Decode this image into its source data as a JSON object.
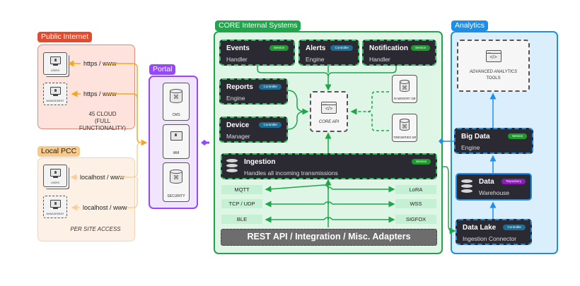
{
  "public_internet": {
    "title": "Public Internet",
    "clients": [
      {
        "label": "USERS",
        "connection": "https / www"
      },
      {
        "label": "MANAGEMENT",
        "connection": "https / www"
      }
    ],
    "note_line1": "45 CLOUD",
    "note_line2": "(FULL FUNCTIONALITY)"
  },
  "local_pcc": {
    "title": "Local PCC",
    "clients": [
      {
        "label": "USERS",
        "connection": "localhost / www"
      },
      {
        "label": "MANAGEMENT",
        "connection": "localhost / www"
      }
    ],
    "note": "PER SITE ACCESS"
  },
  "portal": {
    "title": "Portal",
    "items": [
      {
        "label": "CMS",
        "icon": "database-icon"
      },
      {
        "label": "IAM",
        "icon": "monitor-user-icon"
      },
      {
        "label": "SECURITY",
        "icon": "database-icon"
      }
    ]
  },
  "core": {
    "title": "CORE Internal Systems",
    "services": [
      {
        "title": "Events",
        "subtitle": "Handler",
        "badge": "Service"
      },
      {
        "title": "Alerts",
        "subtitle": "Engine",
        "badge": "Controller"
      },
      {
        "title": "Notification",
        "subtitle": "Handler",
        "badge": "Service"
      },
      {
        "title": "Reports",
        "subtitle": "Engine",
        "badge": "Controller"
      },
      {
        "title": "Device",
        "subtitle": "Manager",
        "badge": "Controller"
      }
    ],
    "core_api": "CORE API",
    "databases": [
      "IN MEMORY DB",
      "TIMESERIES DB"
    ],
    "ingestion": {
      "title": "Ingestion",
      "subtitle": "Handles all incoming transmissions",
      "badge": "Service"
    },
    "protocols_left": [
      "MQTT",
      "TCP / UDP",
      "BLE"
    ],
    "protocols_right": [
      "LoRA",
      "WSS",
      "SIGFOX"
    ],
    "adapters": "REST API / Integration / Misc. Adapters"
  },
  "analytics": {
    "title": "Analytics",
    "tools_line1": "ADVANCED ANALYTICS",
    "tools_line2": "TOOLS",
    "services": [
      {
        "title": "Big Data",
        "subtitle": "Engine",
        "badge": "Service"
      },
      {
        "title": "Data",
        "subtitle": "Warehouse",
        "badge": "Repository"
      },
      {
        "title": "Data Lake",
        "subtitle": "Ingestion Connector",
        "badge": "Controller"
      }
    ]
  },
  "colors": {
    "public_internet": "#e8492a",
    "local_pcc": "#f9c98a",
    "portal": "#9747ff",
    "core": "#1fa64a",
    "analytics": "#1e8fe8",
    "card_dark": "#2b2a33"
  }
}
